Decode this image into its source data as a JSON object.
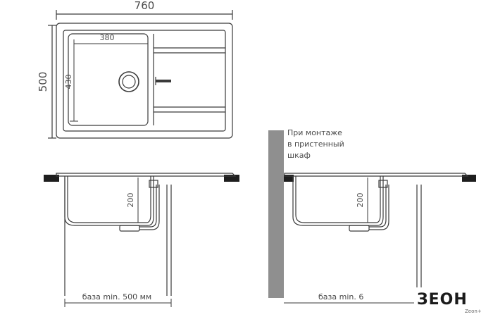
{
  "top_view": {
    "overall_width": "760",
    "overall_depth": "500",
    "bowl_width": "380",
    "bowl_depth": "430"
  },
  "front_view_left": {
    "bowl_height": "200",
    "base_label": "база min. 500 мм"
  },
  "front_view_right": {
    "bowl_height": "200",
    "note_lines": [
      "При монтаже",
      "в пристенный",
      "шкаф"
    ],
    "base_label": "база min. 6"
  },
  "brand": {
    "logo_text": "ЗЕОН",
    "tagline": "Zeon+"
  },
  "colors": {
    "line": "#3a3a3a",
    "wall": "#8f8f8f",
    "countertop": "#1e1e1e"
  }
}
